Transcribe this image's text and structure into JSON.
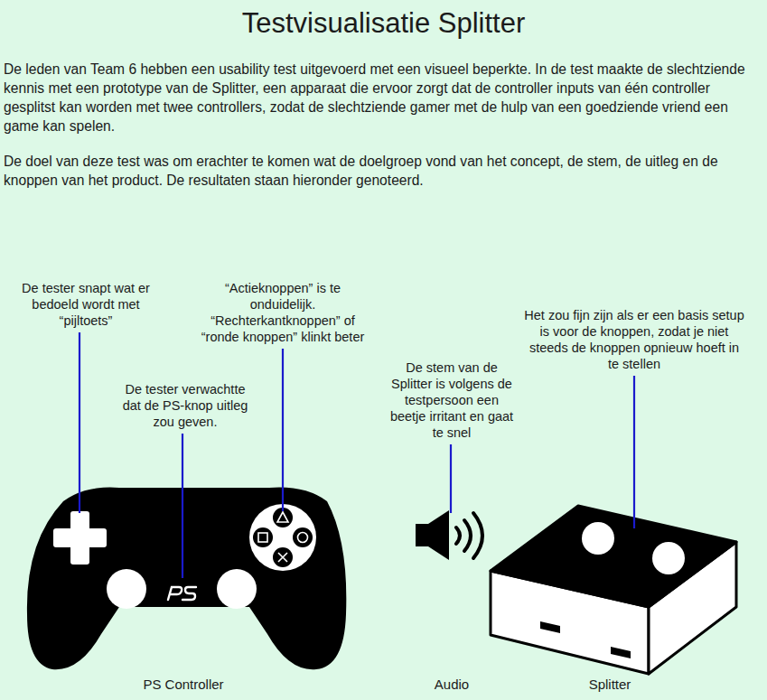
{
  "diagram": {
    "title": "Testvisualisatie Splitter",
    "labels": [
      "De leden van Team 6 hebben een usability test uitgevoerd met een visueel beperkte. In de test maakte de slechtziende kennis met een prototype van de Splitter, een apparaat die ervoor zorgt dat de controller inputs van één controller gesplitst kan worden met twee controllers, zodat de slechtziende gamer met de hulp van een goedziende vriend een game kan spelen.",
      "De doel van deze test was om erachter te komen wat de doelgroep vond van het concept, de stem, de uitleg en de knoppen van het product. De resultaten staan hieronder genoteerd.",
      "De tester snapt wat er bedoeld wordt met “pijltoets”",
      "De tester verwachtte dat de PS-knop uitleg zou geven.",
      "“Actieknoppen” is te onduidelijk. “Rechterkantknoppen” of “ronde knoppen” klinkt beter",
      "De stem van de Splitter is volgens de testpersoon een beetje irritant en gaat te snel",
      "Het zou fijn zijn als er een basis setup is voor de knoppen, zodat je niet steeds de knoppen opnieuw hoeft in te stellen",
      "PS Controller",
      "Audio",
      "Splitter"
    ]
  }
}
